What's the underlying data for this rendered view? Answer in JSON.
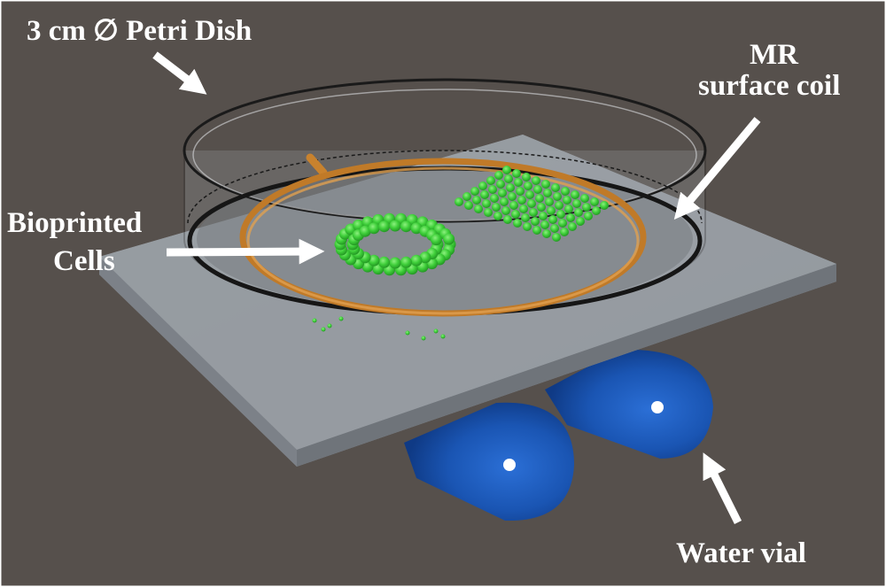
{
  "labels": {
    "petri": "3 cm ∅ Petri Dish",
    "coil_line1": "MR",
    "coil_line2": "surface coil",
    "cells_line1": "Bioprinted",
    "cells_line2": "Cells",
    "vial": "Water vial"
  },
  "colors": {
    "background": "#56504c",
    "plate": "#8e949a",
    "coil": "#c8822e",
    "cells": "#3fcf3a",
    "vial": "#1e5ab8",
    "label": "#ffffff"
  }
}
